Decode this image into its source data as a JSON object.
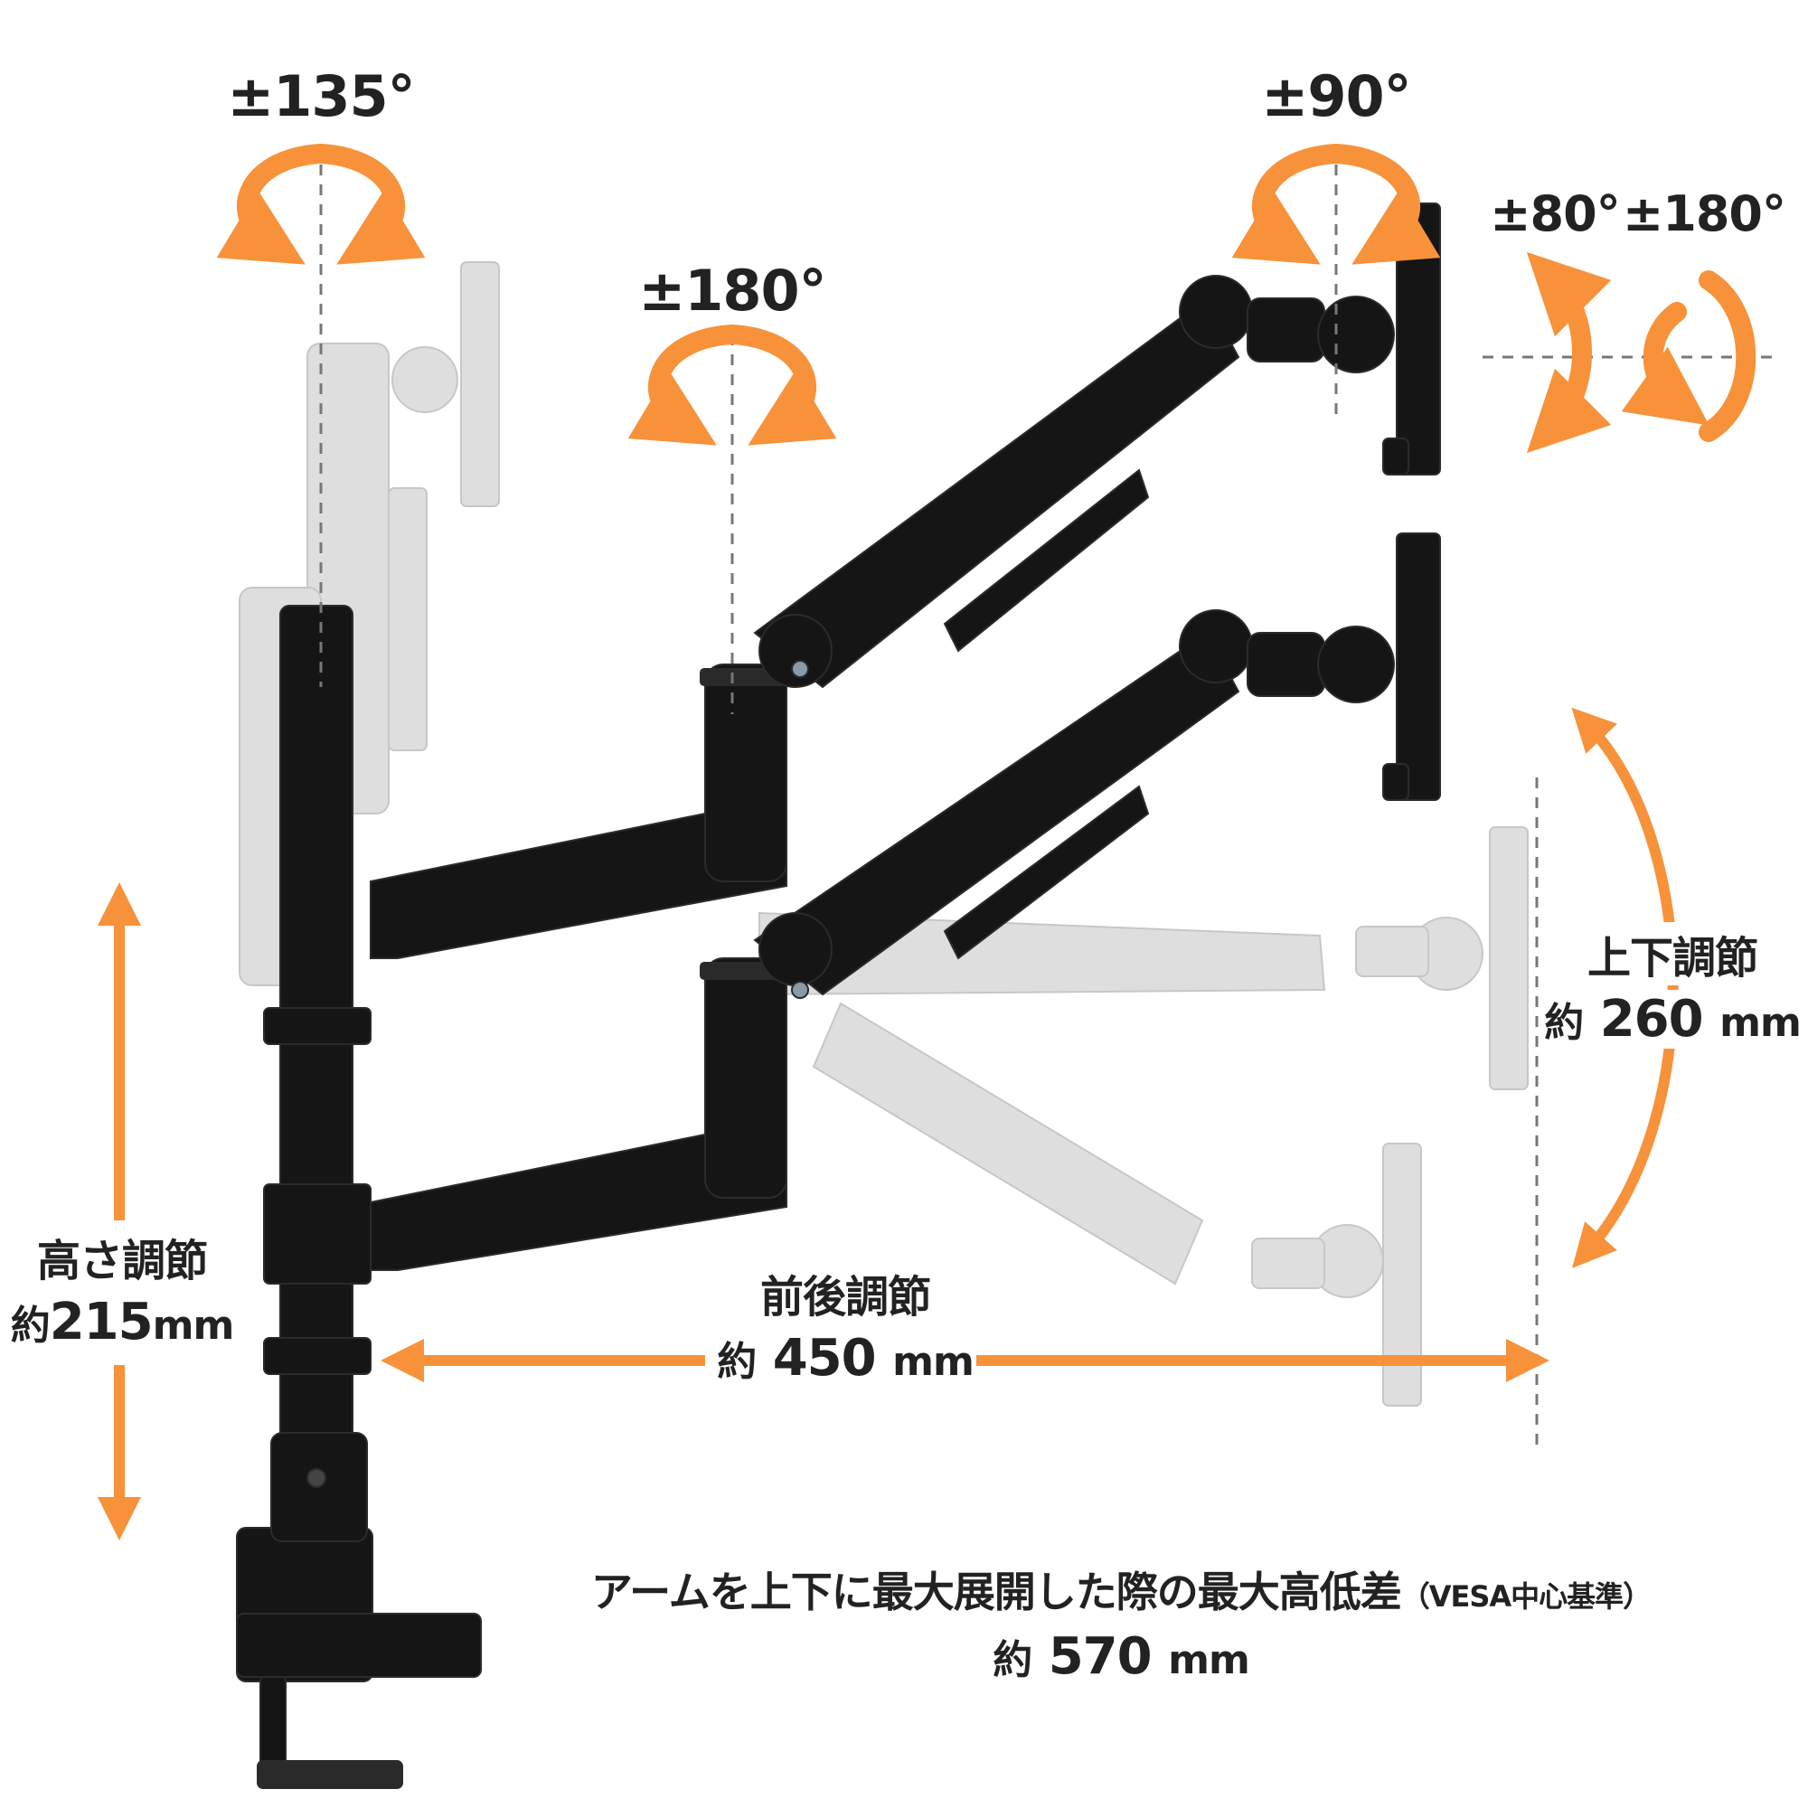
{
  "rotations": {
    "top_left": "±135°",
    "middle": "±180°",
    "top_right": "±90°",
    "tilt": "±80°",
    "portrait": "±180°"
  },
  "height_adjust": {
    "title": "高さ調節",
    "prefix": "約",
    "value": "215",
    "unit": "mm"
  },
  "depth_adjust": {
    "title": "前後調節",
    "prefix": "約",
    "value": "450",
    "unit": "mm"
  },
  "vertical_adjust": {
    "title": "上下調節",
    "prefix": "約",
    "value": "260",
    "unit": "mm"
  },
  "max_height_diff": {
    "title": "アームを上下に最大展開した際の最大高低差",
    "note": "（VESA中心基準）",
    "prefix": "約",
    "value": "570",
    "unit": "mm"
  },
  "colors": {
    "accent": "#F7923A",
    "arm": "#151515",
    "ghost": "#c4c4c4",
    "text": "#222222"
  }
}
